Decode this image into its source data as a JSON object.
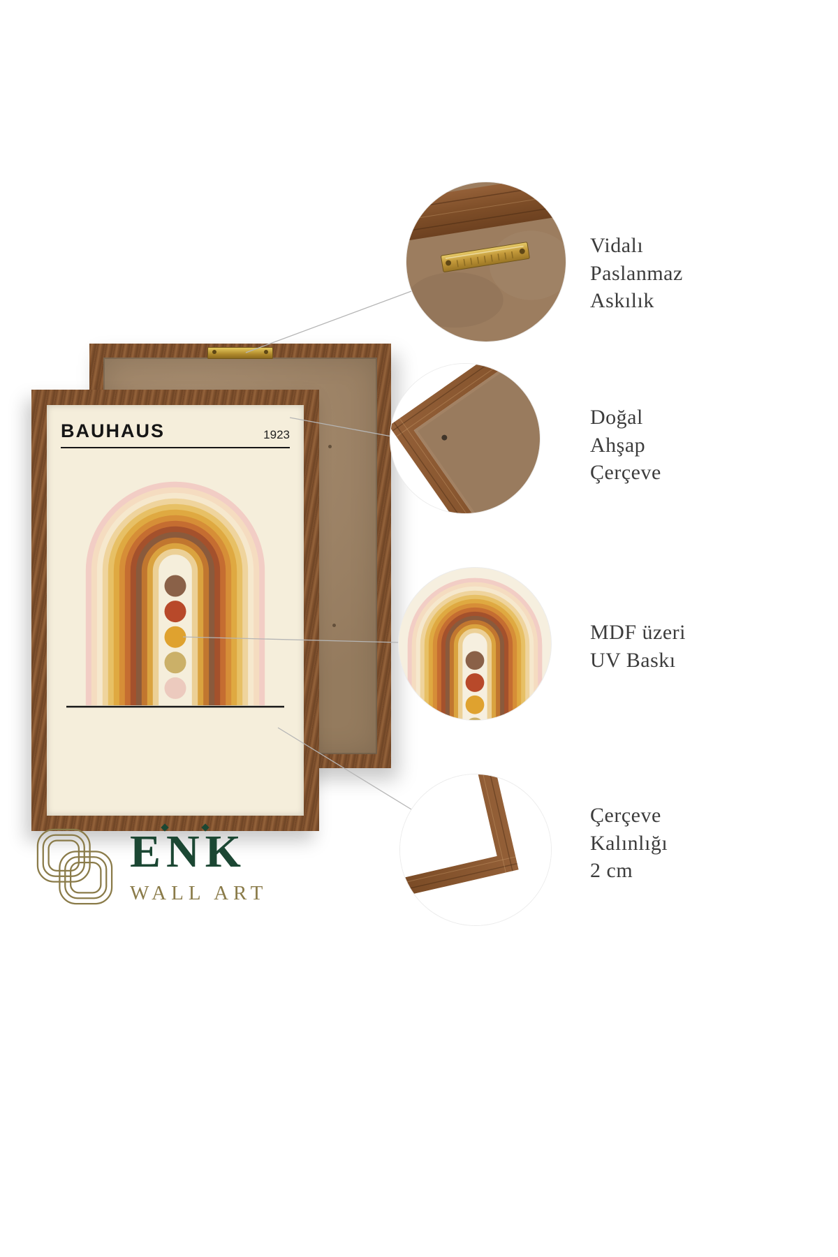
{
  "page": {
    "background": "#ffffff"
  },
  "poster": {
    "title": "BAUHAUS",
    "year": "1923",
    "background_color": "#f5eedb",
    "frame_color": "#845430",
    "stripe_colors": [
      "#f2cdc5",
      "#f5dcc0",
      "#f6e8cd",
      "#efd49d",
      "#e7c065",
      "#dfa941",
      "#d68e37",
      "#c56d31",
      "#a4512c",
      "#8a5a3c",
      "#c1762f",
      "#daa33f",
      "#ecd096"
    ],
    "dot_colors": [
      "#8a6148",
      "#b8492a",
      "#dfa22f",
      "#cbb068",
      "#eccabe"
    ]
  },
  "back_frame": {
    "backing_color": "#a18566",
    "hanger_color": "#c8a43c"
  },
  "callouts": [
    {
      "id": "hanger",
      "lines": [
        "Vidalı",
        "Paslanmaz",
        "Askılık"
      ]
    },
    {
      "id": "frame",
      "lines": [
        "Doğal",
        "Ahşap",
        "Çerçeve"
      ]
    },
    {
      "id": "print",
      "lines": [
        "MDF üzeri",
        "UV Baskı"
      ]
    },
    {
      "id": "thickness",
      "lines": [
        "Çerçeve",
        "Kalınlığı",
        "2 cm"
      ]
    }
  ],
  "logo": {
    "name": "ENK",
    "subtitle": "WALL ART",
    "mark_color": "#8a7b49",
    "name_color": "#1b4733"
  }
}
